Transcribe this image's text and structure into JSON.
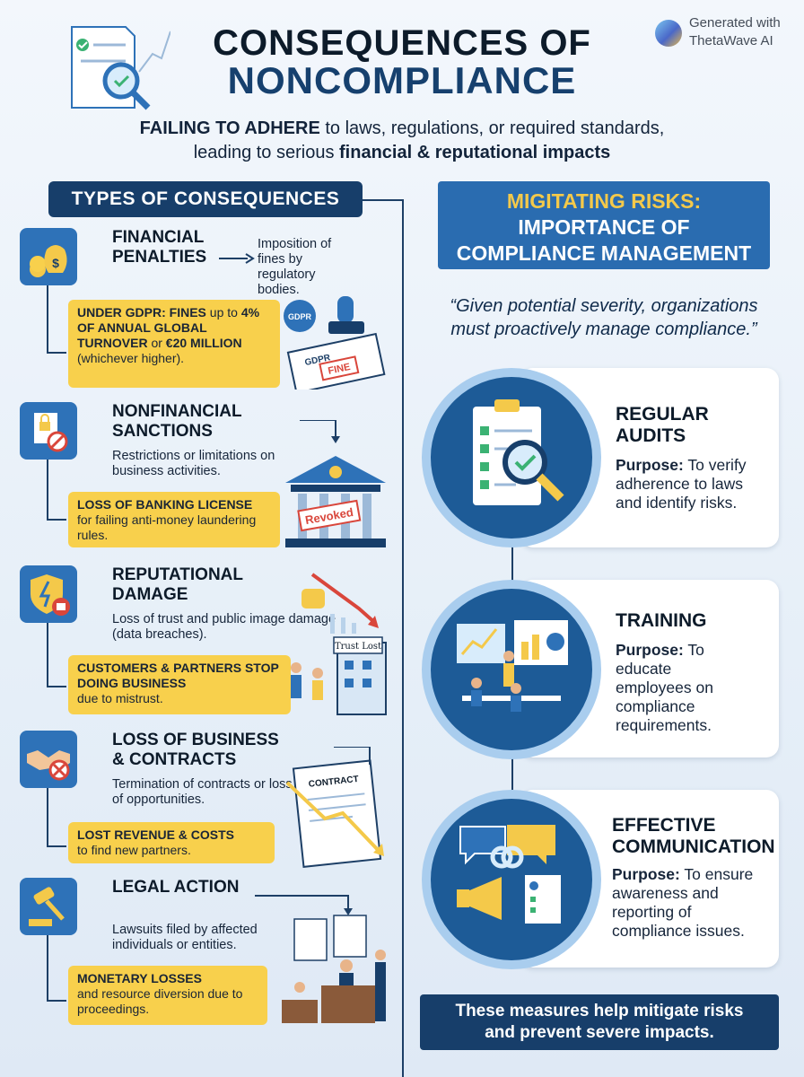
{
  "header": {
    "title_line1": "CONSEQUENCES OF",
    "title_line2": "NONCOMPLIANCE",
    "subtitle_bold1": "FAILING TO ADHERE",
    "subtitle_text1": " to laws, regulations, or required standards,",
    "subtitle_text2": "leading to serious ",
    "subtitle_bold2": "financial & reputational impacts",
    "generated_line1": "Generated with",
    "generated_line2": "ThetaWave AI"
  },
  "left": {
    "tab": "TYPES OF CONSEQUENCES",
    "sections": [
      {
        "title1": "FINANCIAL",
        "title2": "PENALTIES",
        "desc": "Imposition of fines by regulatory bodies.",
        "box_bold": "UNDER GDPR: FINES",
        "box_text": " up to ",
        "box_bold2": "4% OF ANNUAL GLOBAL TURNOVER",
        "box_text2": " or ",
        "box_bold3": "€20 MILLION",
        "box_text3": " (whichever higher).",
        "icon": "money-bag-icon"
      },
      {
        "title1": "NONFINANCIAL",
        "title2": "SANCTIONS",
        "desc": "Restrictions or limitations on business activities.",
        "box_bold": "LOSS OF BANKING LICENSE",
        "box_text": "for failing anti-money laundering rules.",
        "icon": "locked-document-icon",
        "stamp": "Revoked"
      },
      {
        "title1": "REPUTATIONAL",
        "title2": "DAMAGE",
        "desc": "Loss of trust and public image damage (data breaches).",
        "box_bold": "CUSTOMERS & PARTNERS STOP DOING BUSINESS",
        "box_text": "due to mistrust.",
        "icon": "shield-thumbs-down-icon",
        "sign": "Trust Lost"
      },
      {
        "title1": "LOSS OF BUSINESS",
        "title2": "& CONTRACTS",
        "desc": "Termination of contracts or loss of opportunities.",
        "box_bold": "LOST REVENUE & COSTS",
        "box_text": "to find new partners.",
        "icon": "handshake-icon",
        "doc": "CONTRACT"
      },
      {
        "title1": "LEGAL ACTION",
        "title2": "",
        "desc": "Lawsuits filed by affected individuals or entities.",
        "box_bold": "MONETARY LOSSES",
        "box_text": "and resource diversion due to proceedings.",
        "icon": "gavel-icon"
      }
    ],
    "gdpr_label": "GDPR",
    "fine_label": "FINE"
  },
  "right": {
    "tab_yellow": "MIGITATING RISKS:",
    "tab_line2": "IMPORTANCE OF",
    "tab_line3": "COMPLIANCE MANAGEMENT",
    "quote_line1": "“Given potential severity, organizations",
    "quote_line2": "must proactively manage compliance.”",
    "cards": [
      {
        "title1": "REGULAR",
        "title2": "AUDITS",
        "purpose_label": "Purpose:",
        "purpose": " To verify adherence to laws and identify risks.",
        "icon": "audit-clipboard-icon"
      },
      {
        "title1": "TRAINING",
        "title2": "",
        "purpose_label": "Purpose:",
        "purpose": " To educate employees on compliance requirements.",
        "icon": "training-icon"
      },
      {
        "title1": "EFFECTIVE",
        "title2": "COMMUNICATION",
        "purpose_label": "Purpose:",
        "purpose": " To ensure awareness and reporting of compliance issues.",
        "icon": "megaphone-icon"
      }
    ],
    "footer_line1": "These measures help mitigate risks",
    "footer_line2": "and prevent severe impacts."
  },
  "colors": {
    "navy": "#173e6a",
    "blue": "#2e72b8",
    "yellow": "#f8d04c",
    "accent": "#f4c94a"
  }
}
